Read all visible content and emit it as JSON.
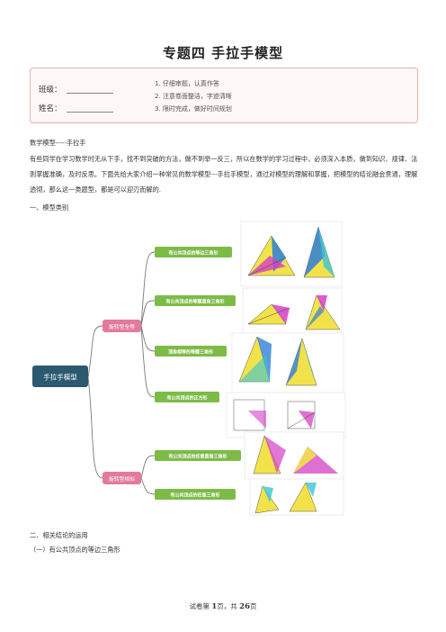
{
  "title": "专题四  手拉手模型",
  "header": {
    "class_label": "班级：",
    "name_label": "姓名：",
    "requirements": [
      "1. 仔细审题，认真作答",
      "2. 注意卷面整洁，字迹清晰",
      "3. 限时完成，做好时间规划"
    ]
  },
  "intro": {
    "heading": "数学模型-----手拉手",
    "paragraph": "有些同学在学习数学时无从下手，找不到突破的方法，做不到举一反三，所以在数学的学习过程中，必须深入本质，做到知识、规律、法则掌握准确，及时反思。下面先给大家介绍一种常见的数学模型---手拉手模型，通过对模型的理解和掌握，把模型的结论融会贯通，理解透彻，那么这一类题型，都是可以迎刃而解的."
  },
  "section1": "一、模型类别",
  "mindmap": {
    "root": "手拉手模型",
    "branches": [
      {
        "label": "旋转型全等",
        "children": [
          "有公共顶点的等边三角形",
          "有公共顶点的等腰直角三角形",
          "顶角相等的等腰三角形",
          "有公共顶点的正方形"
        ]
      },
      {
        "label": "旋转型相似",
        "children": [
          "有公共顶点的任意直角三角形",
          "有公共顶点的任意三角形"
        ]
      }
    ]
  },
  "section2": "二、相关结论的运用",
  "subsection": "（一）有公共顶点的等边三角形",
  "footer": {
    "pre": "试卷第 ",
    "page": "1",
    "mid": "页，共 ",
    "total": "26",
    "post": "页"
  },
  "colors": {
    "root": "#2b5a70",
    "branch": "#e37a9e",
    "leaf": "#7dbb47",
    "yellow": "#f2e24a",
    "blue": "#2f7fd8",
    "magenta": "#d43fc4",
    "frame": "#eeeeee"
  }
}
